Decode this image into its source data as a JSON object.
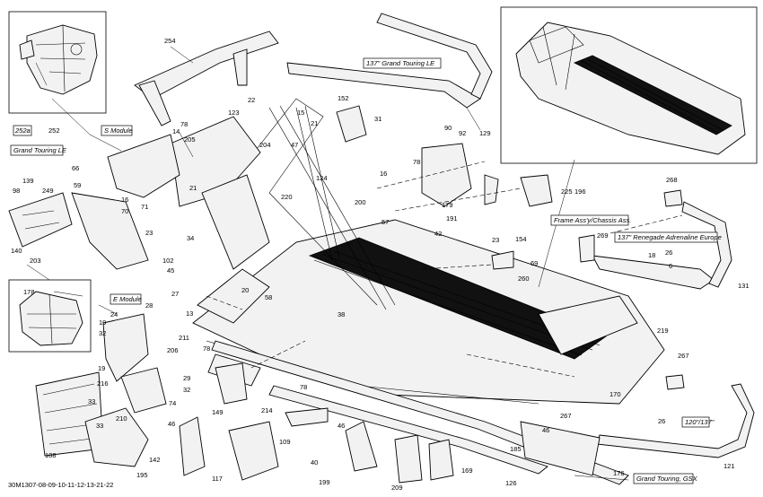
{
  "diagram": {
    "code": "30M1307-08-09-10-11-12-13-21-22",
    "variant_labels": {
      "grand_touring_le_137": "137\" Grand Touring LE",
      "grand_touring_le": "Grand Touring LE",
      "s_module": "S Module",
      "e_module": "E Module",
      "frame_chassis": "Frame Ass'y/Chassis Ass.",
      "renegade_137": "137\" Renegade Adrenaline Europe",
      "tunnel_120_137": "120\"/137\"",
      "grand_touring_gsx": "Grand Touring, GSX",
      "box_252a": "252a"
    },
    "parts": [
      "254",
      "22",
      "123",
      "78",
      "14",
      "205",
      "15",
      "21",
      "152",
      "31",
      "204",
      "47",
      "90",
      "92",
      "129",
      "66",
      "59",
      "21",
      "124",
      "78",
      "16",
      "98",
      "139",
      "249",
      "16",
      "70",
      "71",
      "23",
      "220",
      "200",
      "179",
      "196",
      "225",
      "268",
      "140",
      "34",
      "57",
      "191",
      "42",
      "23",
      "154",
      "269",
      "18",
      "26",
      "203",
      "102",
      "45",
      "20",
      "58",
      "69",
      "27",
      "13",
      "38",
      "260",
      "131",
      "178",
      "24",
      "28",
      "19",
      "32",
      "211",
      "78",
      "219",
      "19",
      "206",
      "29",
      "32",
      "267",
      "216",
      "33",
      "78",
      "74",
      "149",
      "210",
      "46",
      "26",
      "170",
      "267",
      "33",
      "214",
      "109",
      "40",
      "46",
      "46",
      "185",
      "188",
      "142",
      "195",
      "117",
      "199",
      "209",
      "169",
      "126",
      "176",
      "121",
      "252",
      "6"
    ]
  }
}
